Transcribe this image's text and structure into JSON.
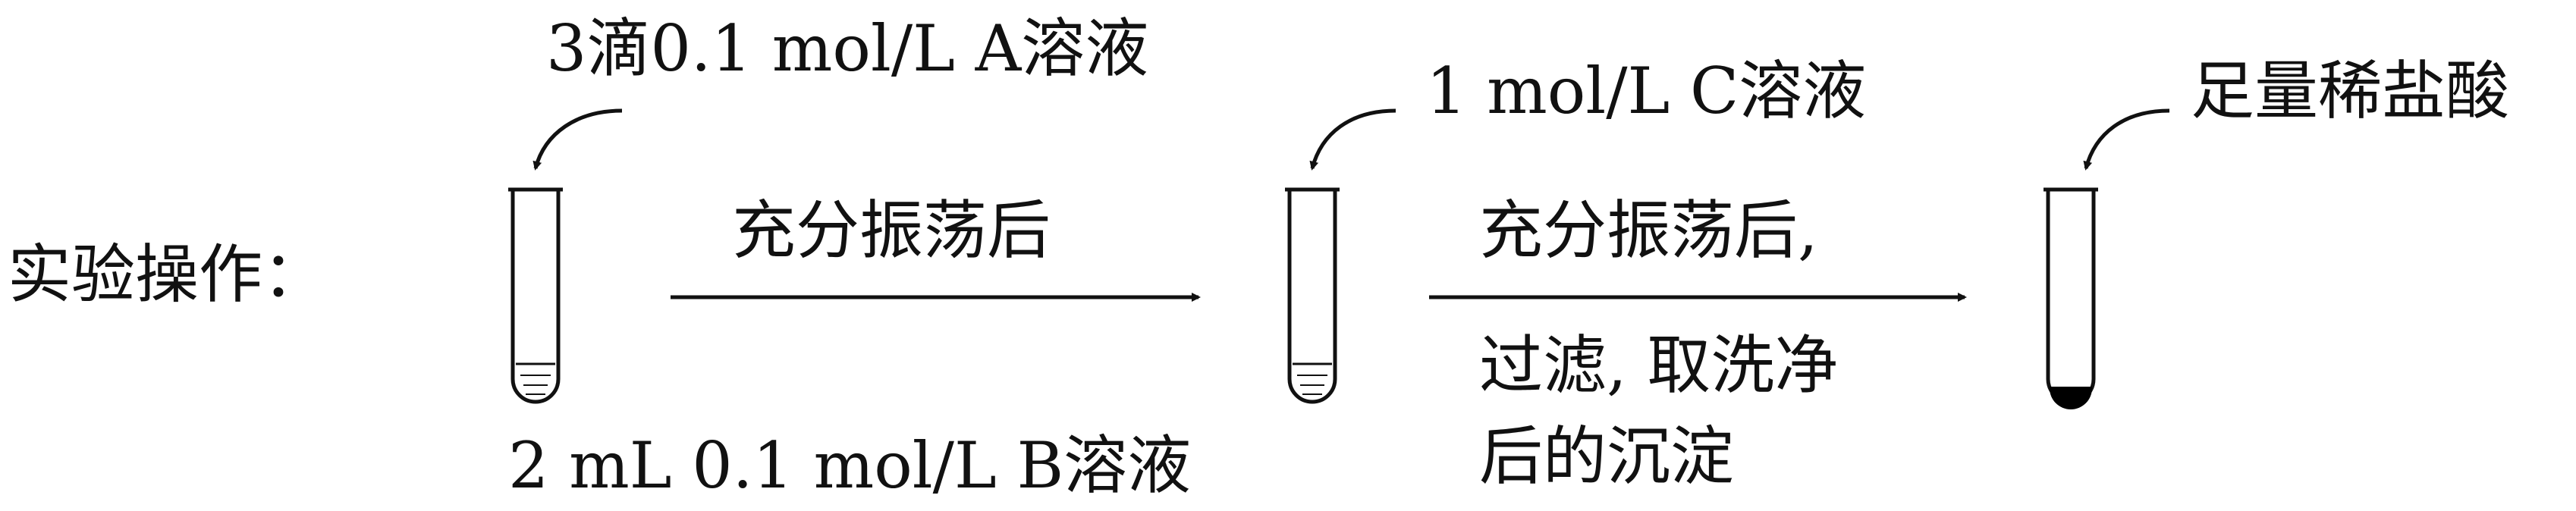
{
  "labels": {
    "experiment_operation": "实验操作：",
    "reagent_a": "3滴0.1 mol/L A溶液",
    "reagent_b": "2 mL 0.1 mol/L B溶液",
    "reagent_c": "1 mol/L C溶液",
    "reagent_hcl": "足量稀盐酸",
    "step1": "充分振荡后",
    "step2_line1": "充分振荡后,",
    "step2_line2": "过滤, 取洗净",
    "step2_line3": "后的沉淀"
  },
  "colors": {
    "ink": "#111111",
    "precipitate": "#000000",
    "background": "#ffffff"
  },
  "icons": {
    "tube1": "test-tube-with-liquid",
    "tube2": "test-tube-with-liquid",
    "tube3": "test-tube-with-precipitate"
  }
}
